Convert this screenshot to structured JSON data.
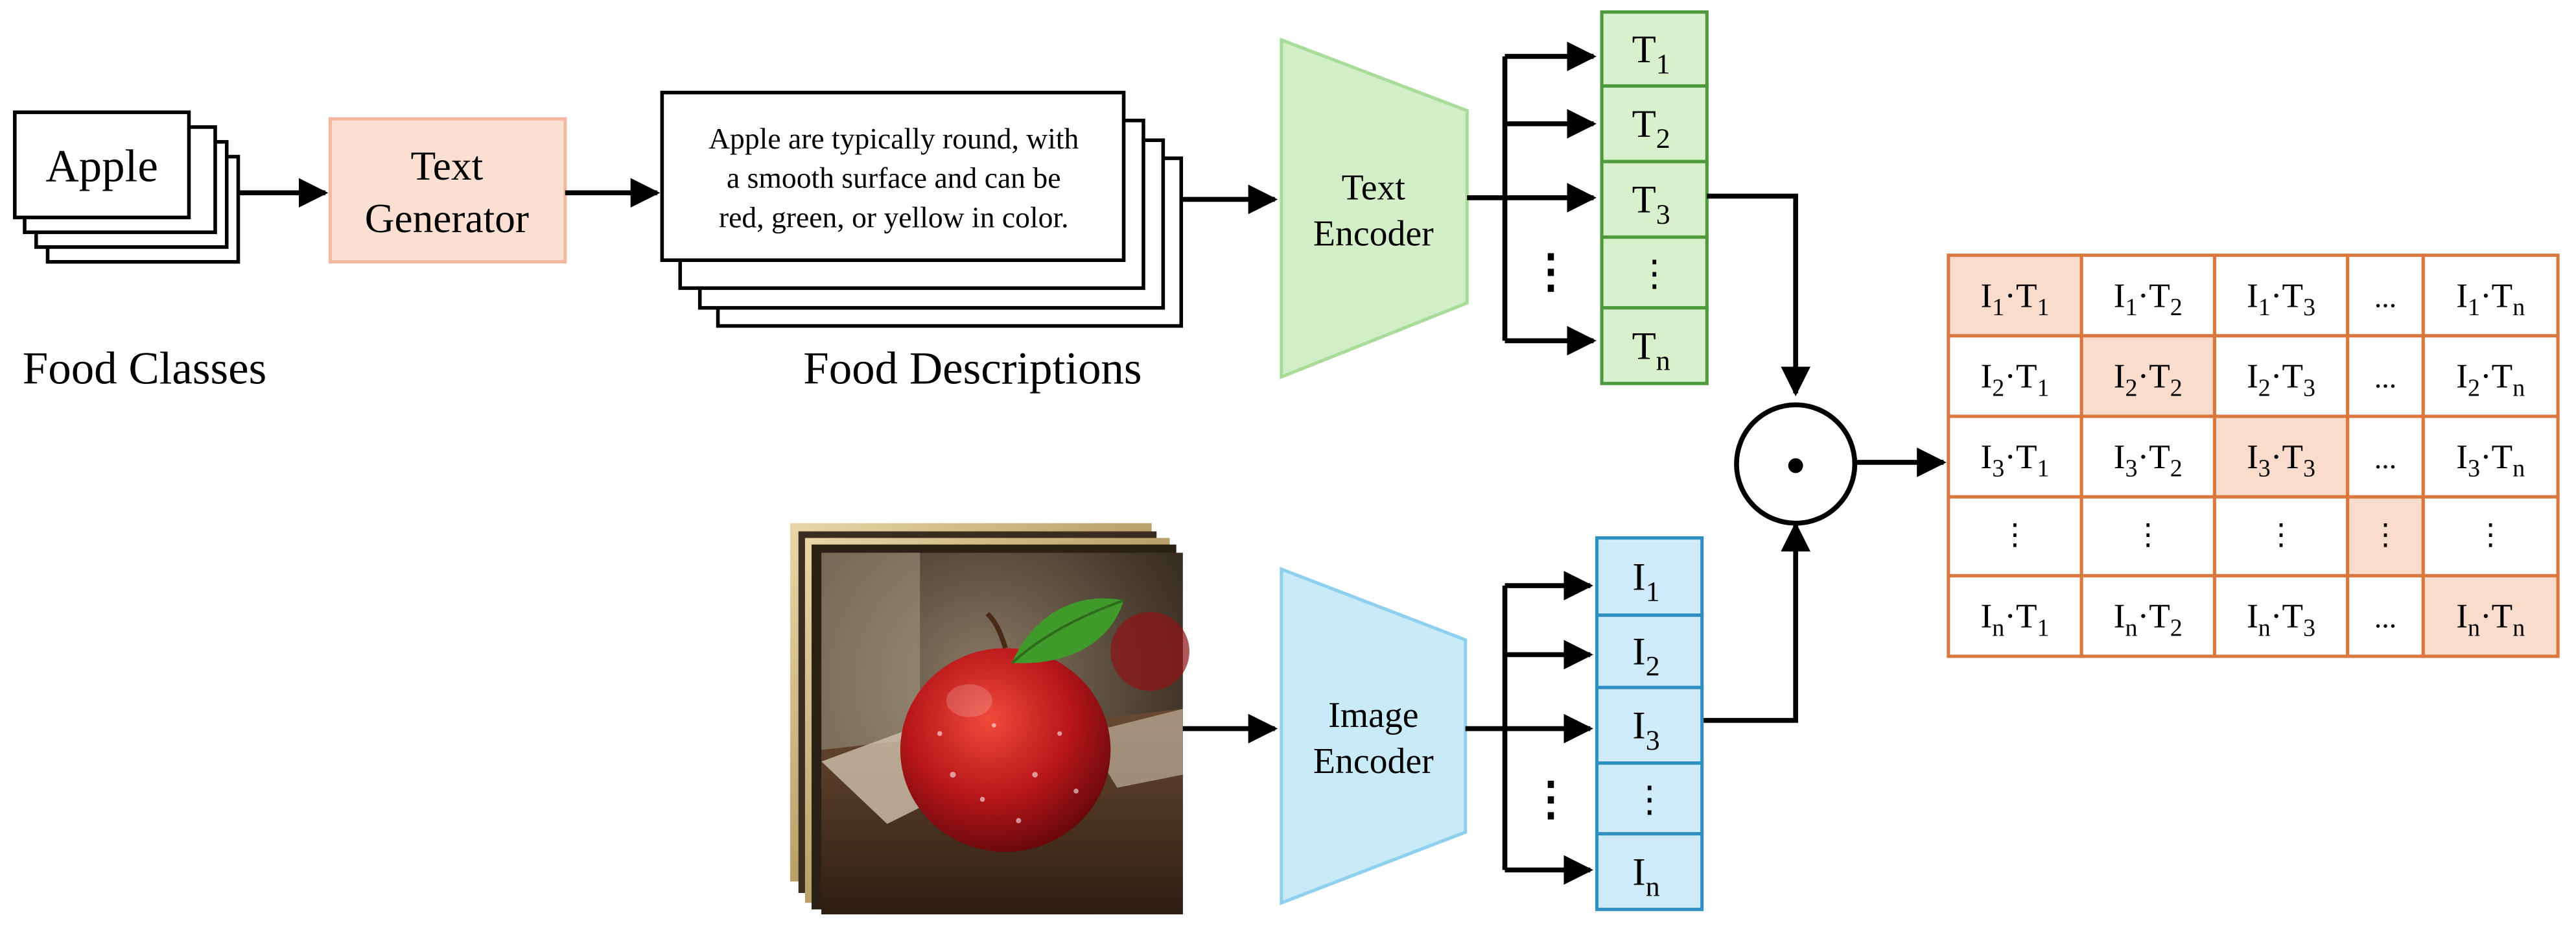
{
  "food_classes": {
    "card_text": "Apple",
    "caption": "Food Classes"
  },
  "text_generator": {
    "line1": "Text",
    "line2": "Generator"
  },
  "food_descriptions": {
    "lines": [
      "Apple are typically round, with",
      "a smooth surface and can be",
      "red, green, or yellow in color."
    ],
    "caption": "Food Descriptions"
  },
  "text_encoder": {
    "line1": "Text",
    "line2": "Encoder"
  },
  "image_encoder": {
    "line1": "Image",
    "line2": "Encoder"
  },
  "text_tokens": [
    {
      "base": "T",
      "sub": "1"
    },
    {
      "base": "T",
      "sub": "2"
    },
    {
      "base": "T",
      "sub": "3"
    },
    {
      "base": "⋮",
      "sub": ""
    },
    {
      "base": "T",
      "sub": "n"
    }
  ],
  "image_tokens": [
    {
      "base": "I",
      "sub": "1"
    },
    {
      "base": "I",
      "sub": "2"
    },
    {
      "base": "I",
      "sub": "3"
    },
    {
      "base": "⋮",
      "sub": ""
    },
    {
      "base": "I",
      "sub": "n"
    }
  ],
  "ellipsis_vertical": "⋮",
  "ellipsis_horizontal": "...",
  "dot_operator": "·",
  "matrix": {
    "row_index": [
      "1",
      "2",
      "3",
      "",
      "n"
    ],
    "col_index": [
      "1",
      "2",
      "3",
      "",
      "n"
    ],
    "highlight_diagonal": true
  },
  "colors": {
    "text_generator_fill": "#fadfd2",
    "text_generator_stroke": "#f2b9a0",
    "text_encoder_fill": "#d3efc8",
    "text_encoder_stroke": "#a9dc98",
    "text_token_fill": "#d8f0cc",
    "text_token_stroke": "#4c9a3c",
    "image_encoder_fill": "#c9ebf8",
    "image_encoder_stroke": "#8fd0ef",
    "image_token_fill": "#cfeaf8",
    "image_token_stroke": "#2d8fc2",
    "matrix_stroke": "#d9773f",
    "matrix_highlight": "#fadccd",
    "ink": "#000000"
  },
  "icons": {
    "product_node": "circled-dot-icon",
    "photo": "apple-photo-icon"
  }
}
